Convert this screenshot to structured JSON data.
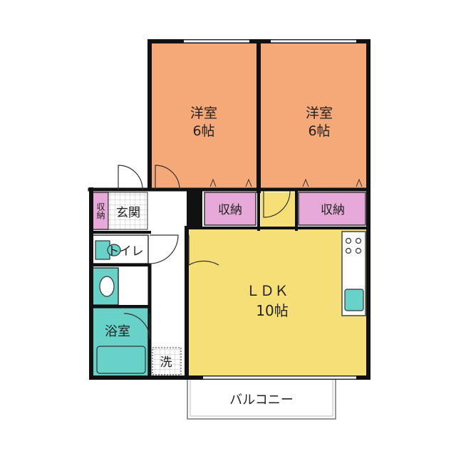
{
  "rooms": {
    "western1": {
      "name": "洋室",
      "size": "6帖",
      "color": "#f5a878"
    },
    "western2": {
      "name": "洋室",
      "size": "6帖",
      "color": "#f5a878"
    },
    "ldk": {
      "name": "ＬＤＫ",
      "size": "10帖",
      "color": "#f7df78"
    },
    "storage1": {
      "label": "収納",
      "color": "#e6a9d8"
    },
    "storage2": {
      "label": "収納",
      "color": "#e6a9d8"
    },
    "storage3": {
      "label": "収納",
      "color": "#e6a9d8"
    },
    "entrance": {
      "label": "玄関"
    },
    "toilet": {
      "label": "トイレ",
      "color": "#68d2c8"
    },
    "bath": {
      "label": "浴室",
      "color": "#68d2c8"
    },
    "laundry": {
      "label": "洗"
    },
    "balcony": {
      "label": "バルコニー"
    }
  },
  "colors": {
    "wall": "#111111",
    "fixture": "#68d2c8",
    "hall": "#ffffff"
  }
}
